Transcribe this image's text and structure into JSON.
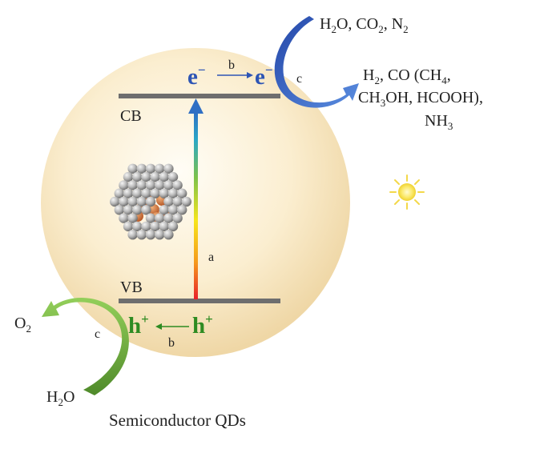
{
  "labels": {
    "cb": "CB",
    "vb": "VB",
    "caption": "Semiconductor QDs",
    "step_a": "a",
    "step_b_top": "b",
    "step_b_bottom": "b",
    "step_c_right": "c",
    "step_c_left": "c"
  },
  "carriers": {
    "electron": "e",
    "electron_sign": "−",
    "hole": "h",
    "hole_sign": "+"
  },
  "reduction": {
    "reactants_prefix_1": "H",
    "reactants_sub_1": "2",
    "reactants_prefix_2": "O, CO",
    "reactants_sub_2": "2",
    "reactants_prefix_3": ", N",
    "reactants_sub_3": "2",
    "products_line1_a": "H",
    "products_line1_sub1": "2",
    "products_line1_b": ", CO (CH",
    "products_line1_sub2": "4",
    "products_line1_c": ",",
    "products_line2_a": "CH",
    "products_line2_sub1": "3",
    "products_line2_b": "OH, HCOOH),",
    "products_line3_a": "NH",
    "products_line3_sub1": "3"
  },
  "oxidation": {
    "product_a": "O",
    "product_sub": "2",
    "reactant_a": "H",
    "reactant_sub": "2",
    "reactant_b": "O"
  },
  "colors": {
    "electron": "#2d55b5",
    "hole": "#2e8b22",
    "band": "#6e6e6e",
    "sphere_center": "#fffaf0",
    "sphere_edge": "#f3dfb2",
    "arrow_blue": "#3462c4",
    "arrow_green": "#6fae3a"
  },
  "icons": [
    "sun-icon",
    "quantum-dot-cluster-icon",
    "excitation-arrow-icon"
  ]
}
